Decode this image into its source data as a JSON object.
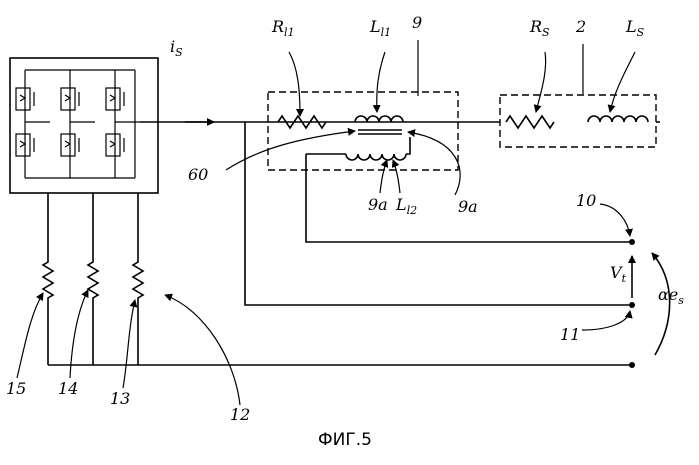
{
  "figure": {
    "caption": "ФИГ.5",
    "labels": {
      "current": {
        "main": "i",
        "sub": "S"
      },
      "r_l1": {
        "main": "R",
        "sub": "l1"
      },
      "l_l1": {
        "main": "L",
        "sub": "l1"
      },
      "ref_9": "9",
      "r_s": {
        "main": "R",
        "sub": "S"
      },
      "ref_2": "2",
      "l_s": {
        "main": "L",
        "sub": "S"
      },
      "ref_60": "60",
      "ref_9a_left": "9a",
      "ref_9a_right": "9a",
      "l_l2": {
        "main": "L",
        "sub": "l2"
      },
      "ref_10": "10",
      "v_t": {
        "main": "V",
        "sub": "t"
      },
      "alpha_es": {
        "main": "αe",
        "sub": "s"
      },
      "ref_11": "11",
      "ref_15": "15",
      "ref_14": "14",
      "ref_13": "13",
      "ref_12": "12"
    }
  }
}
